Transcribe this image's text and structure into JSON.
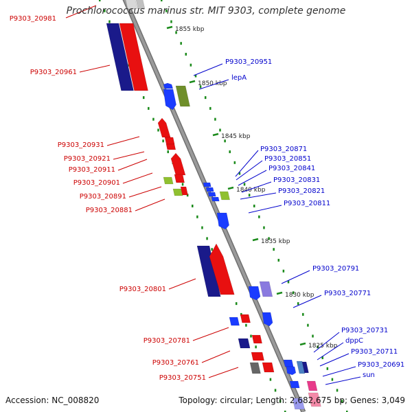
{
  "title": "Prochlorococcus marinus str. MIT 9303, complete genome",
  "accession": "Accession: NC_008820",
  "topology": "Topology: circular; Length: 2,682,675 bp; Genes: 3,049",
  "ticks": [
    "1855 kbp",
    "1850 kbp",
    "1845 kbp",
    "1840 kbp",
    "1835 kbp",
    "1830 kbp",
    "1825 kbp"
  ],
  "left_labels": [
    "P9303_20981",
    "P9303_20961",
    "P9303_20931",
    "P9303_20921",
    "P9303_20911",
    "P9303_20901",
    "P9303_20891",
    "P9303_20881",
    "P9303_20801",
    "P9303_20781",
    "P9303_20761",
    "P9303_20751"
  ],
  "right_labels": [
    "P9303_20951",
    "lepA",
    "P9303_20871",
    "P9303_20851",
    "P9303_20841",
    "P9303_20831",
    "P9303_20821",
    "P9303_20811",
    "P9303_20791",
    "P9303_20771",
    "P9303_20731",
    "dppC",
    "P9303_20711",
    "P9303_20691",
    "sun"
  ],
  "colors": {
    "left_label": "#cc0000",
    "right_label": "#0000cc",
    "backbone": "#9a9a9a",
    "dots": "#1a8a1a"
  }
}
